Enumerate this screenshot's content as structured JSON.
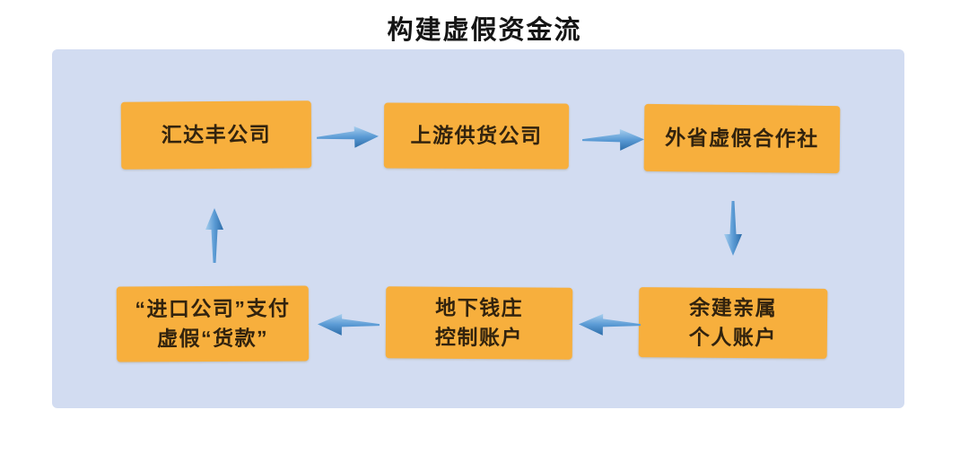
{
  "title": "构建虚假资金流",
  "diagram": {
    "nodes": [
      {
        "lines": [
          "汇达丰公司"
        ]
      },
      {
        "lines": [
          "上游供货公司"
        ]
      },
      {
        "lines": [
          "外省虚假合作社"
        ]
      },
      {
        "lines": [
          "余建亲属",
          "个人账户"
        ]
      },
      {
        "lines": [
          "地下钱庄",
          "控制账户"
        ]
      },
      {
        "lines": [
          "“进口公司”支付",
          "虚假“货款”"
        ]
      }
    ],
    "arrows": [
      {
        "from": "汇达丰公司",
        "to": "上游供货公司",
        "direction": "right"
      },
      {
        "from": "上游供货公司",
        "to": "外省虚假合作社",
        "direction": "right"
      },
      {
        "from": "外省虚假合作社",
        "to": "余建亲属个人账户",
        "direction": "down"
      },
      {
        "from": "余建亲属个人账户",
        "to": "地下钱庄控制账户",
        "direction": "left"
      },
      {
        "from": "地下钱庄控制账户",
        "to": "“进口公司”支付虚假“货款”",
        "direction": "left"
      },
      {
        "from": "“进口公司”支付虚假“货款”",
        "to": "汇达丰公司",
        "direction": "up"
      }
    ],
    "colors": {
      "panel_bg": "#d2dcf1",
      "node_bg": "#f7af3d",
      "node_text": "#32230e",
      "arrow_blue": "#5b9bd5"
    }
  }
}
